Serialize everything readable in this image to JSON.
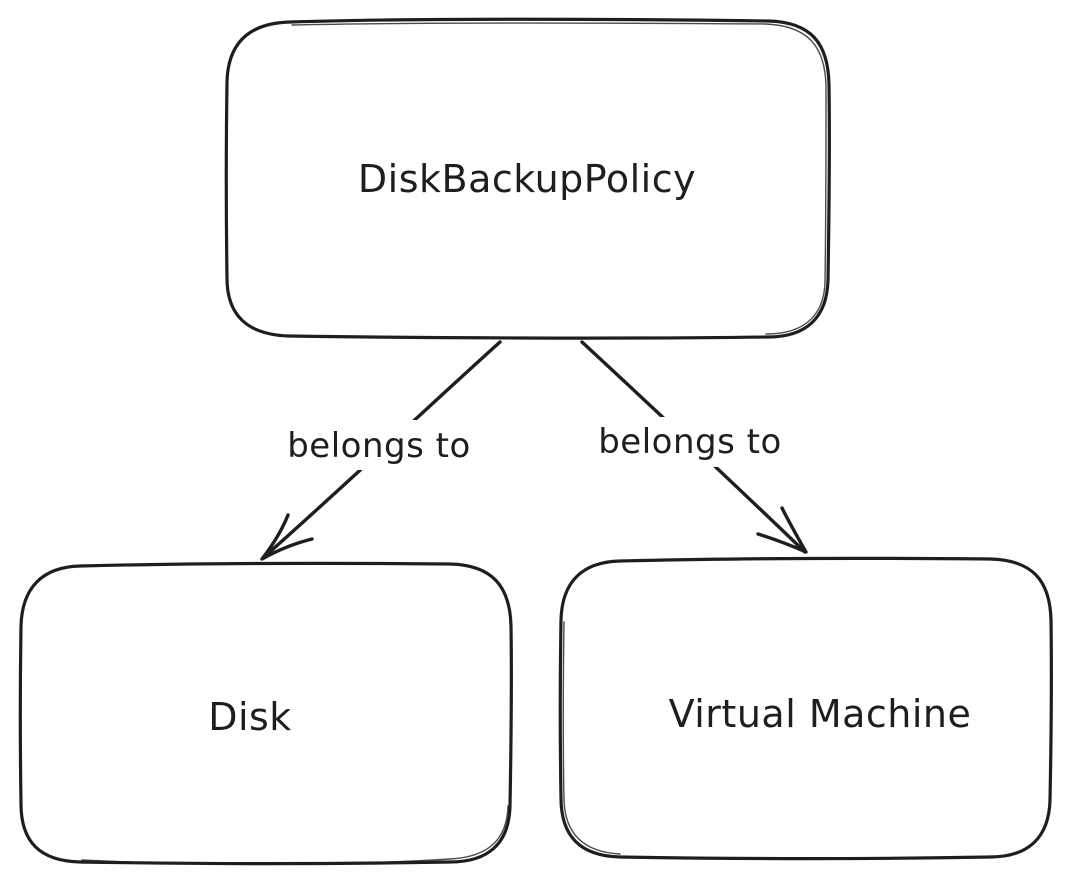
{
  "nodes": {
    "policy": {
      "label": "DiskBackupPolicy"
    },
    "disk": {
      "label": "Disk"
    },
    "vm": {
      "label": "Virtual Machine"
    }
  },
  "edges": {
    "policy_to_disk": {
      "label": "belongs to",
      "from": "DiskBackupPolicy",
      "to": "Disk"
    },
    "policy_to_vm": {
      "label": "belongs to",
      "from": "DiskBackupPolicy",
      "to": "Virtual Machine"
    }
  },
  "colors": {
    "stroke": "#1e1e1e",
    "background": "#ffffff"
  }
}
